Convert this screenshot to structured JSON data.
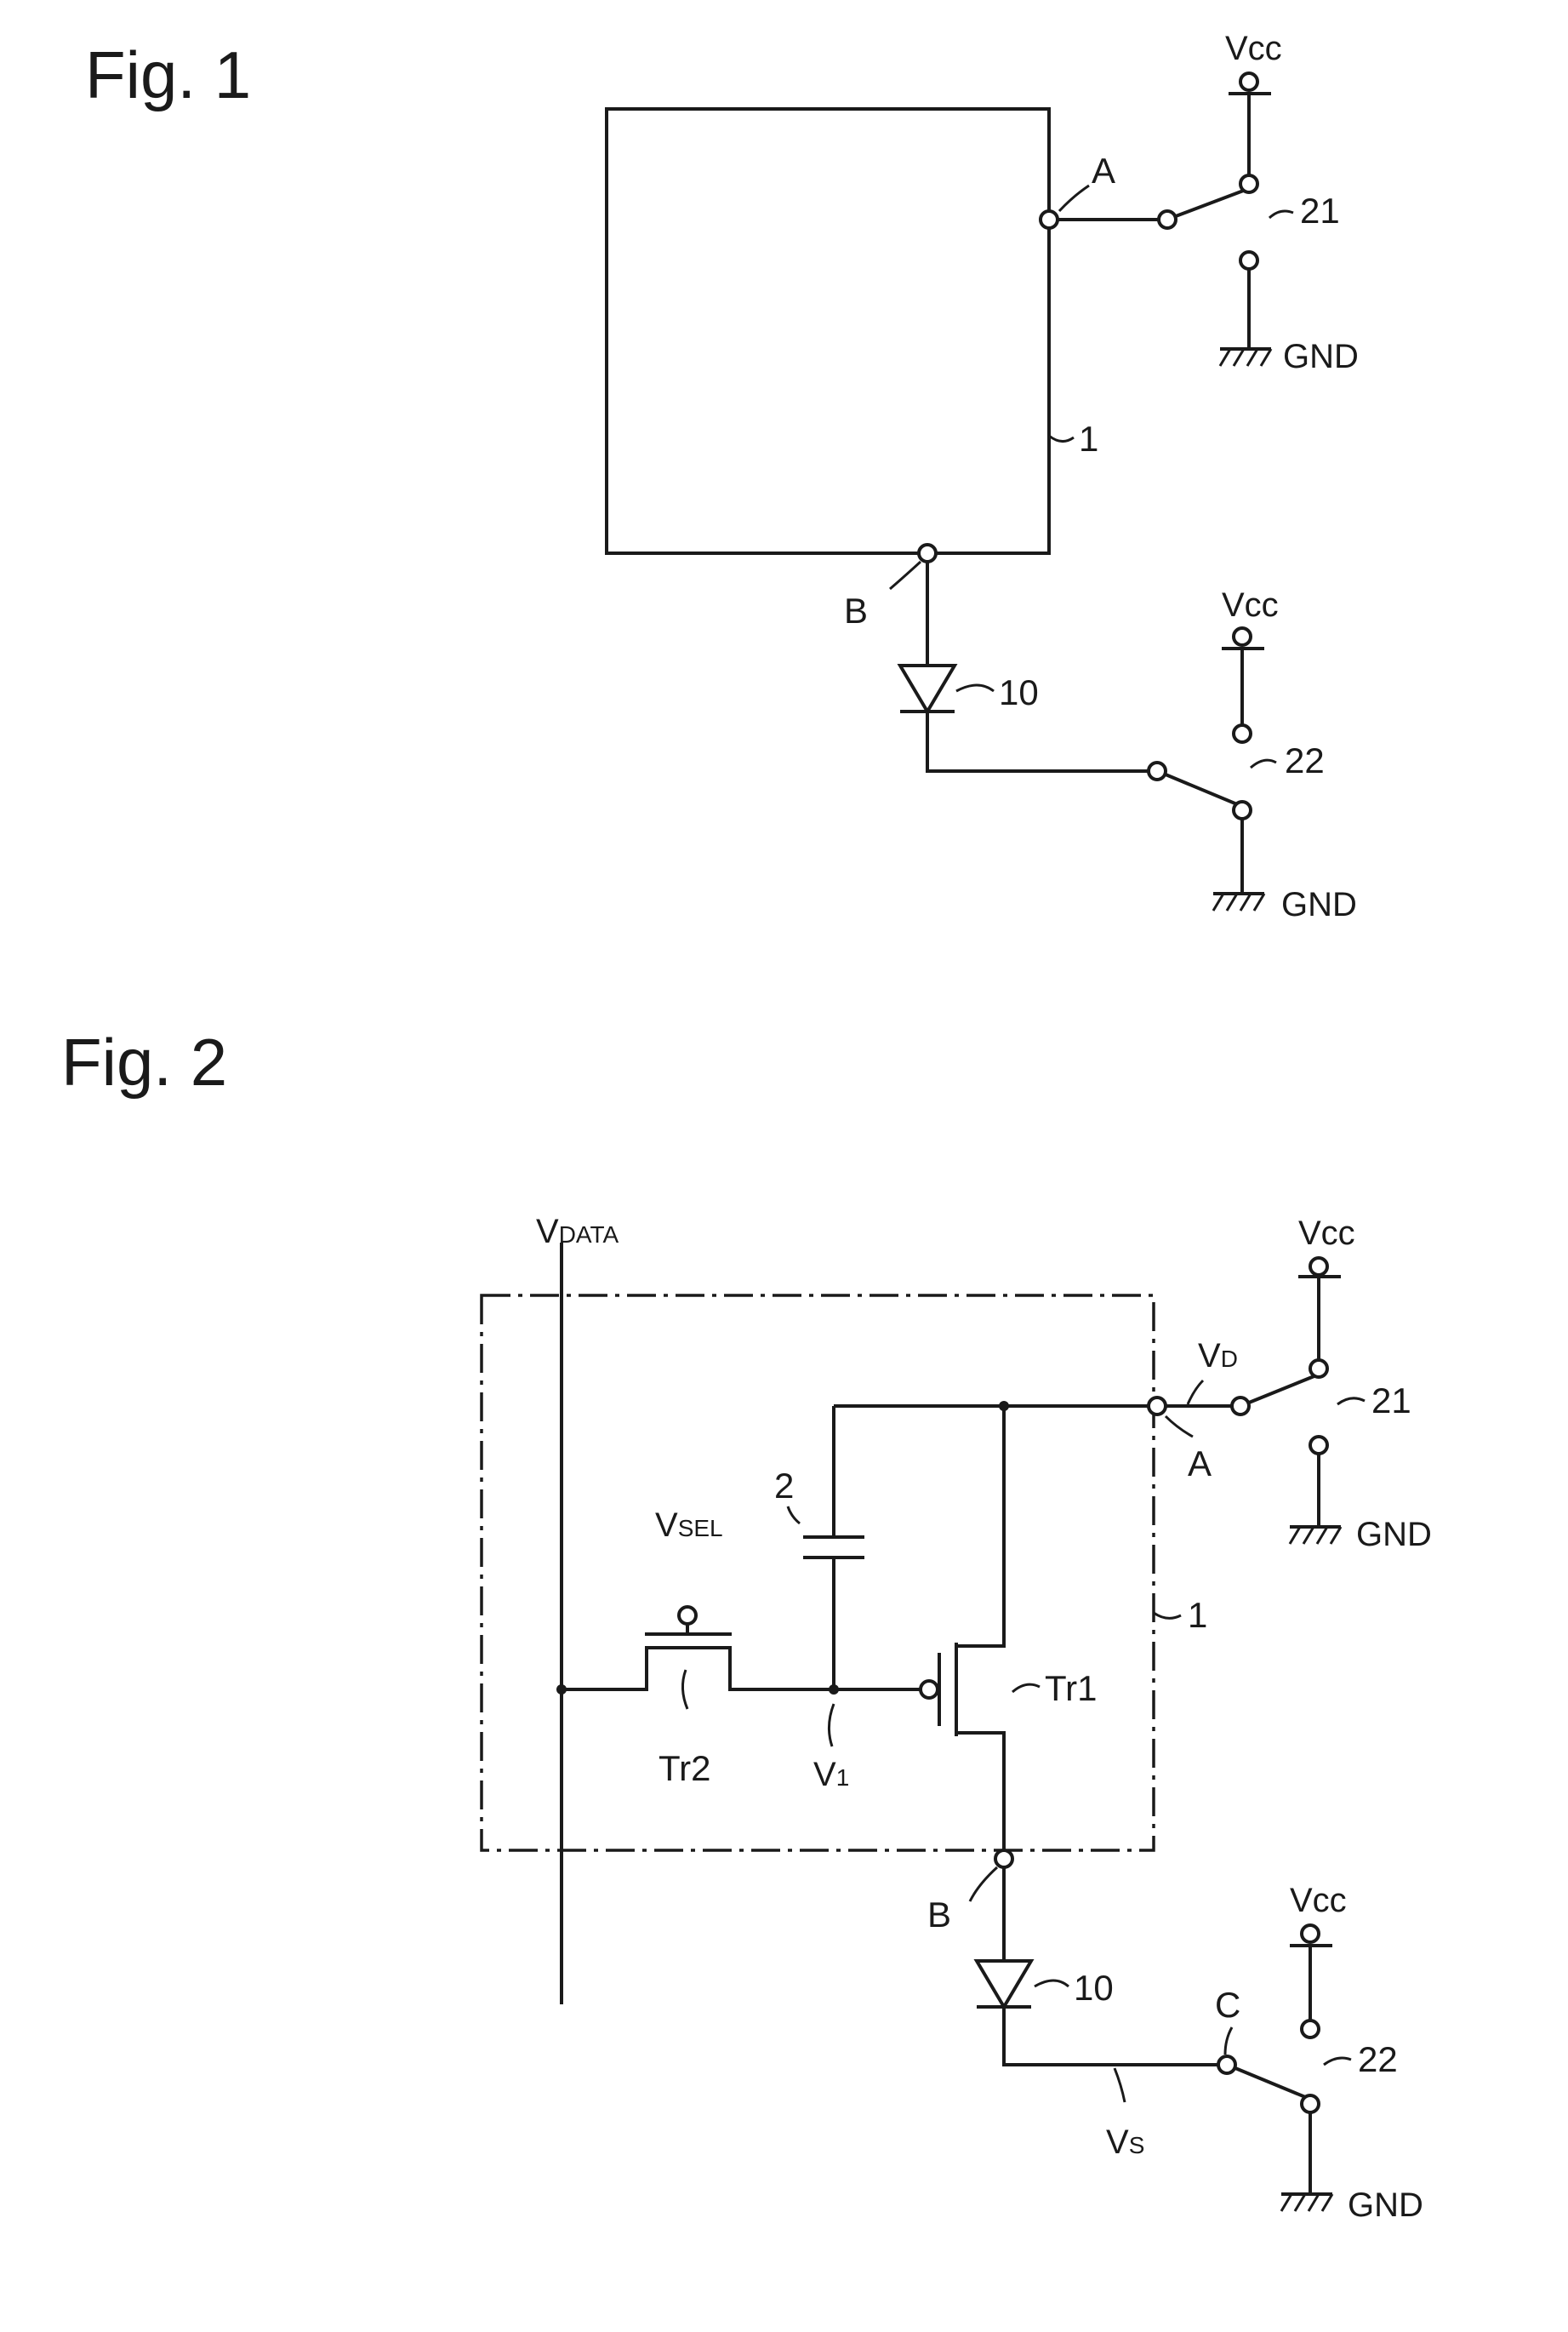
{
  "fig1": {
    "title": "Fig. 1",
    "vcc_top": "Vcc",
    "vcc_bottom": "Vcc",
    "gnd_top": "GND",
    "gnd_bottom": "GND",
    "node_a": "A",
    "node_b": "B",
    "ref_block": "1",
    "ref_diode": "10",
    "ref_switch_top": "21",
    "ref_switch_bottom": "22"
  },
  "fig2": {
    "title": "Fig. 2",
    "vdata_main": "V",
    "vdata_sub": "DATA",
    "vsel_main": "V",
    "vsel_sub": "SEL",
    "vd_main": "V",
    "vd_sub": "D",
    "v1_main": "V",
    "v1_sub": "1",
    "vs_main": "V",
    "vs_sub": "S",
    "vcc_top": "Vcc",
    "vcc_bottom": "Vcc",
    "gnd_top": "GND",
    "gnd_bottom": "GND",
    "node_a": "A",
    "node_b": "B",
    "node_c": "C",
    "ref_block": "1",
    "ref_capacitor": "2",
    "ref_diode": "10",
    "ref_switch_top": "21",
    "ref_switch_bottom": "22",
    "tr1": "Tr1",
    "tr2": "Tr2"
  }
}
